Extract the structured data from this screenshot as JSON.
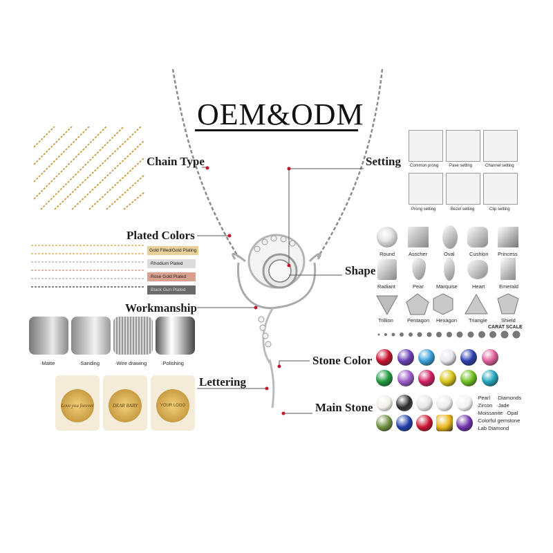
{
  "title": "OEM&ODM",
  "labels": {
    "chain_type": "Chain Type",
    "plated_colors": "Plated Colors",
    "workmanship": "Workmanship",
    "lettering": "Lettering",
    "setting": "Setting",
    "shape": "Shape",
    "stone_color": "Stone Color",
    "main_stone": "Main Stone"
  },
  "plating": [
    {
      "label": "Gold Filled/Gold Plating",
      "color": "#e9cf9a"
    },
    {
      "label": "·Rhodium Plated",
      "color": "#dcdcdc"
    },
    {
      "label": "·Rose Gold Plated",
      "color": "#d9a08f"
    },
    {
      "label": "·Black Gun Plated",
      "color": "#6a6a6a"
    }
  ],
  "workmanship": [
    "·Matte",
    "·Sanding",
    "·Wire drawing",
    "·Polishing"
  ],
  "lettering": [
    "Love you forever",
    "DEAR BABY",
    "YOUR LOGO"
  ],
  "settings": [
    "·Common prong",
    "·Pave setting",
    "·Channel setting",
    "·Prong setting",
    "·Bezel setting",
    "·Clip setting"
  ],
  "shapes": [
    "Round",
    "Asscher",
    "Oval",
    "Cushion",
    "Princess",
    "Radiant",
    "Pear",
    "Marquise",
    "Heart",
    "Emerald",
    "Trillion",
    "Pentagon",
    "Hexagon",
    "Triangle",
    "Shield"
  ],
  "carat_scale": "CARAT SCALE",
  "stone_colors": [
    "#c8102e",
    "#6a3fb5",
    "#3aa0d8",
    "#e9e9ef",
    "#2b3fae",
    "#e0609a",
    "#1f9a3e",
    "#9b5bc9",
    "#d21f60",
    "#d8c21a",
    "#6fbf1f",
    "#20a6b8"
  ],
  "main_stones_row1": [
    "#f3f0ea",
    "#2b2b2b",
    "#e6e6e6",
    "#ececec",
    "#f2f2f2"
  ],
  "main_stones_row2": [
    "#6b8c3a",
    "#1f3aa8",
    "#c8102e",
    "#e7b51a",
    "#6a2fa8"
  ],
  "main_stone_types": [
    "·Pearl",
    "·Diamonds",
    "·Zircon",
    "·Jade",
    "·Moissanite",
    "·Opal",
    "·Colorful gemstone",
    "·Lab Diamond"
  ]
}
